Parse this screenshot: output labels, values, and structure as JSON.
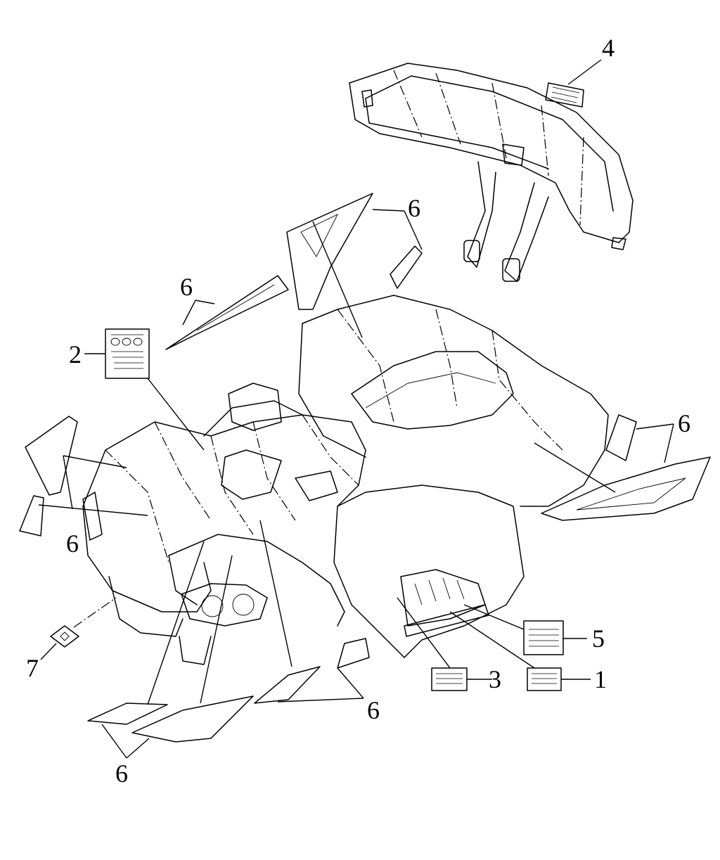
{
  "diagram": {
    "callouts": {
      "c1": "1",
      "c2": "2",
      "c3": "3",
      "c4": "4",
      "c5": "5",
      "c6": "6",
      "c7": "7"
    },
    "colors": {
      "line": "#000000",
      "background": "#ffffff",
      "label_fill": "#000000"
    }
  }
}
